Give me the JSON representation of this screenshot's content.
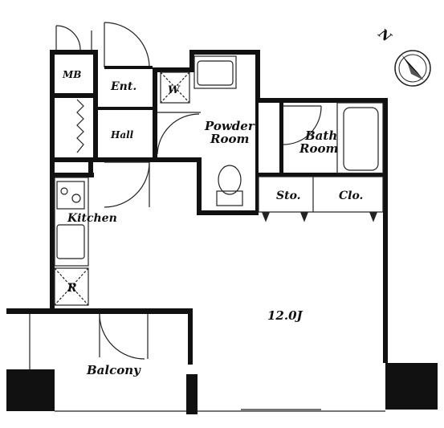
{
  "compass": {
    "north_label": "N"
  },
  "rooms": {
    "mb": "MB",
    "ent": "Ent.",
    "washer": "W",
    "hall": "Hall",
    "powder_room_line1": "Powder",
    "powder_room_line2": "Room",
    "bath_room_line1": "Bath",
    "bath_room_line2": "Room",
    "storage": "Sto.",
    "closet": "Clo.",
    "kitchen": "Kitchen",
    "refrigerator": "R",
    "living_room_size": "12.0J",
    "balcony": "Balcony"
  },
  "colors": {
    "wall": "#111111",
    "line": "#222222",
    "background": "#ffffff"
  }
}
